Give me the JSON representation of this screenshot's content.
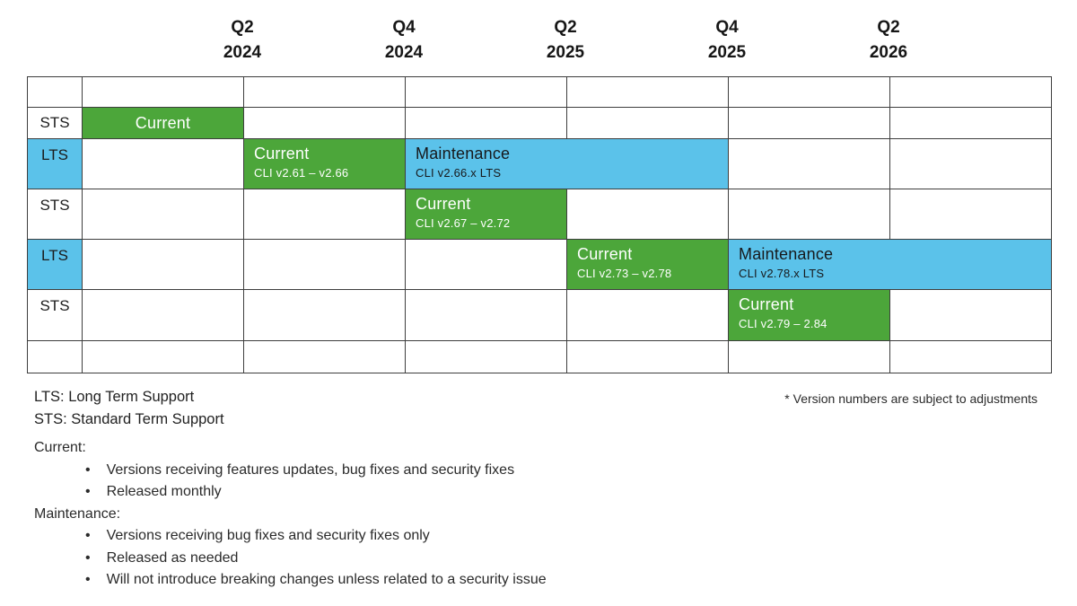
{
  "chart_data": {
    "type": "bar",
    "subtype": "gantt-release-timeline",
    "grid": true,
    "num_columns": 6,
    "x_ticks": [
      {
        "q": "Q2",
        "year": "2024"
      },
      {
        "q": "Q4",
        "year": "2024"
      },
      {
        "q": "Q2",
        "year": "2025"
      },
      {
        "q": "Q4",
        "year": "2025"
      },
      {
        "q": "Q2",
        "year": "2026"
      }
    ],
    "row_labels": [
      "STS",
      "LTS",
      "STS",
      "LTS",
      "STS"
    ],
    "bars": [
      {
        "row_index": 0,
        "row": "STS",
        "kind": "current",
        "start_col": 0,
        "end_col": 0,
        "label": "Current",
        "detail": ""
      },
      {
        "row_index": 1,
        "row": "LTS",
        "kind": "current",
        "start_col": 1,
        "end_col": 1,
        "label": "Current",
        "detail": "CLI v2.61 – v2.66"
      },
      {
        "row_index": 1,
        "row": "LTS",
        "kind": "maintenance",
        "start_col": 2,
        "end_col": 3,
        "label": "Maintenance",
        "detail": "CLI v2.66.x LTS"
      },
      {
        "row_index": 2,
        "row": "STS",
        "kind": "current",
        "start_col": 2,
        "end_col": 2,
        "label": "Current",
        "detail": "CLI v2.67 – v2.72"
      },
      {
        "row_index": 3,
        "row": "LTS",
        "kind": "current",
        "start_col": 3,
        "end_col": 3,
        "label": "Current",
        "detail": "CLI v2.73 – v2.78"
      },
      {
        "row_index": 3,
        "row": "LTS",
        "kind": "maintenance",
        "start_col": 4,
        "end_col": 5,
        "label": "Maintenance",
        "detail": "CLI v2.78.x LTS"
      },
      {
        "row_index": 4,
        "row": "STS",
        "kind": "current",
        "start_col": 4,
        "end_col": 4,
        "label": "Current",
        "detail": "CLI v2.79 – 2.84"
      }
    ],
    "colors": {
      "current": "#4ca63a",
      "maintenance": "#5bc2ea",
      "grid_line": "#3e3e3e"
    }
  },
  "legend": {
    "definitions": [
      "LTS: Long Term Support",
      "STS: Standard Term Support"
    ],
    "footnote": "* Version numbers are subject to adjustments",
    "sections": [
      {
        "title": "Current:",
        "bullets": [
          "Versions receiving features updates, bug fixes and security fixes",
          "Released monthly"
        ]
      },
      {
        "title": "Maintenance:",
        "bullets": [
          "Versions receiving bug fixes and security fixes only",
          "Released as needed",
          "Will not introduce breaking changes unless related to a security issue"
        ]
      }
    ]
  }
}
